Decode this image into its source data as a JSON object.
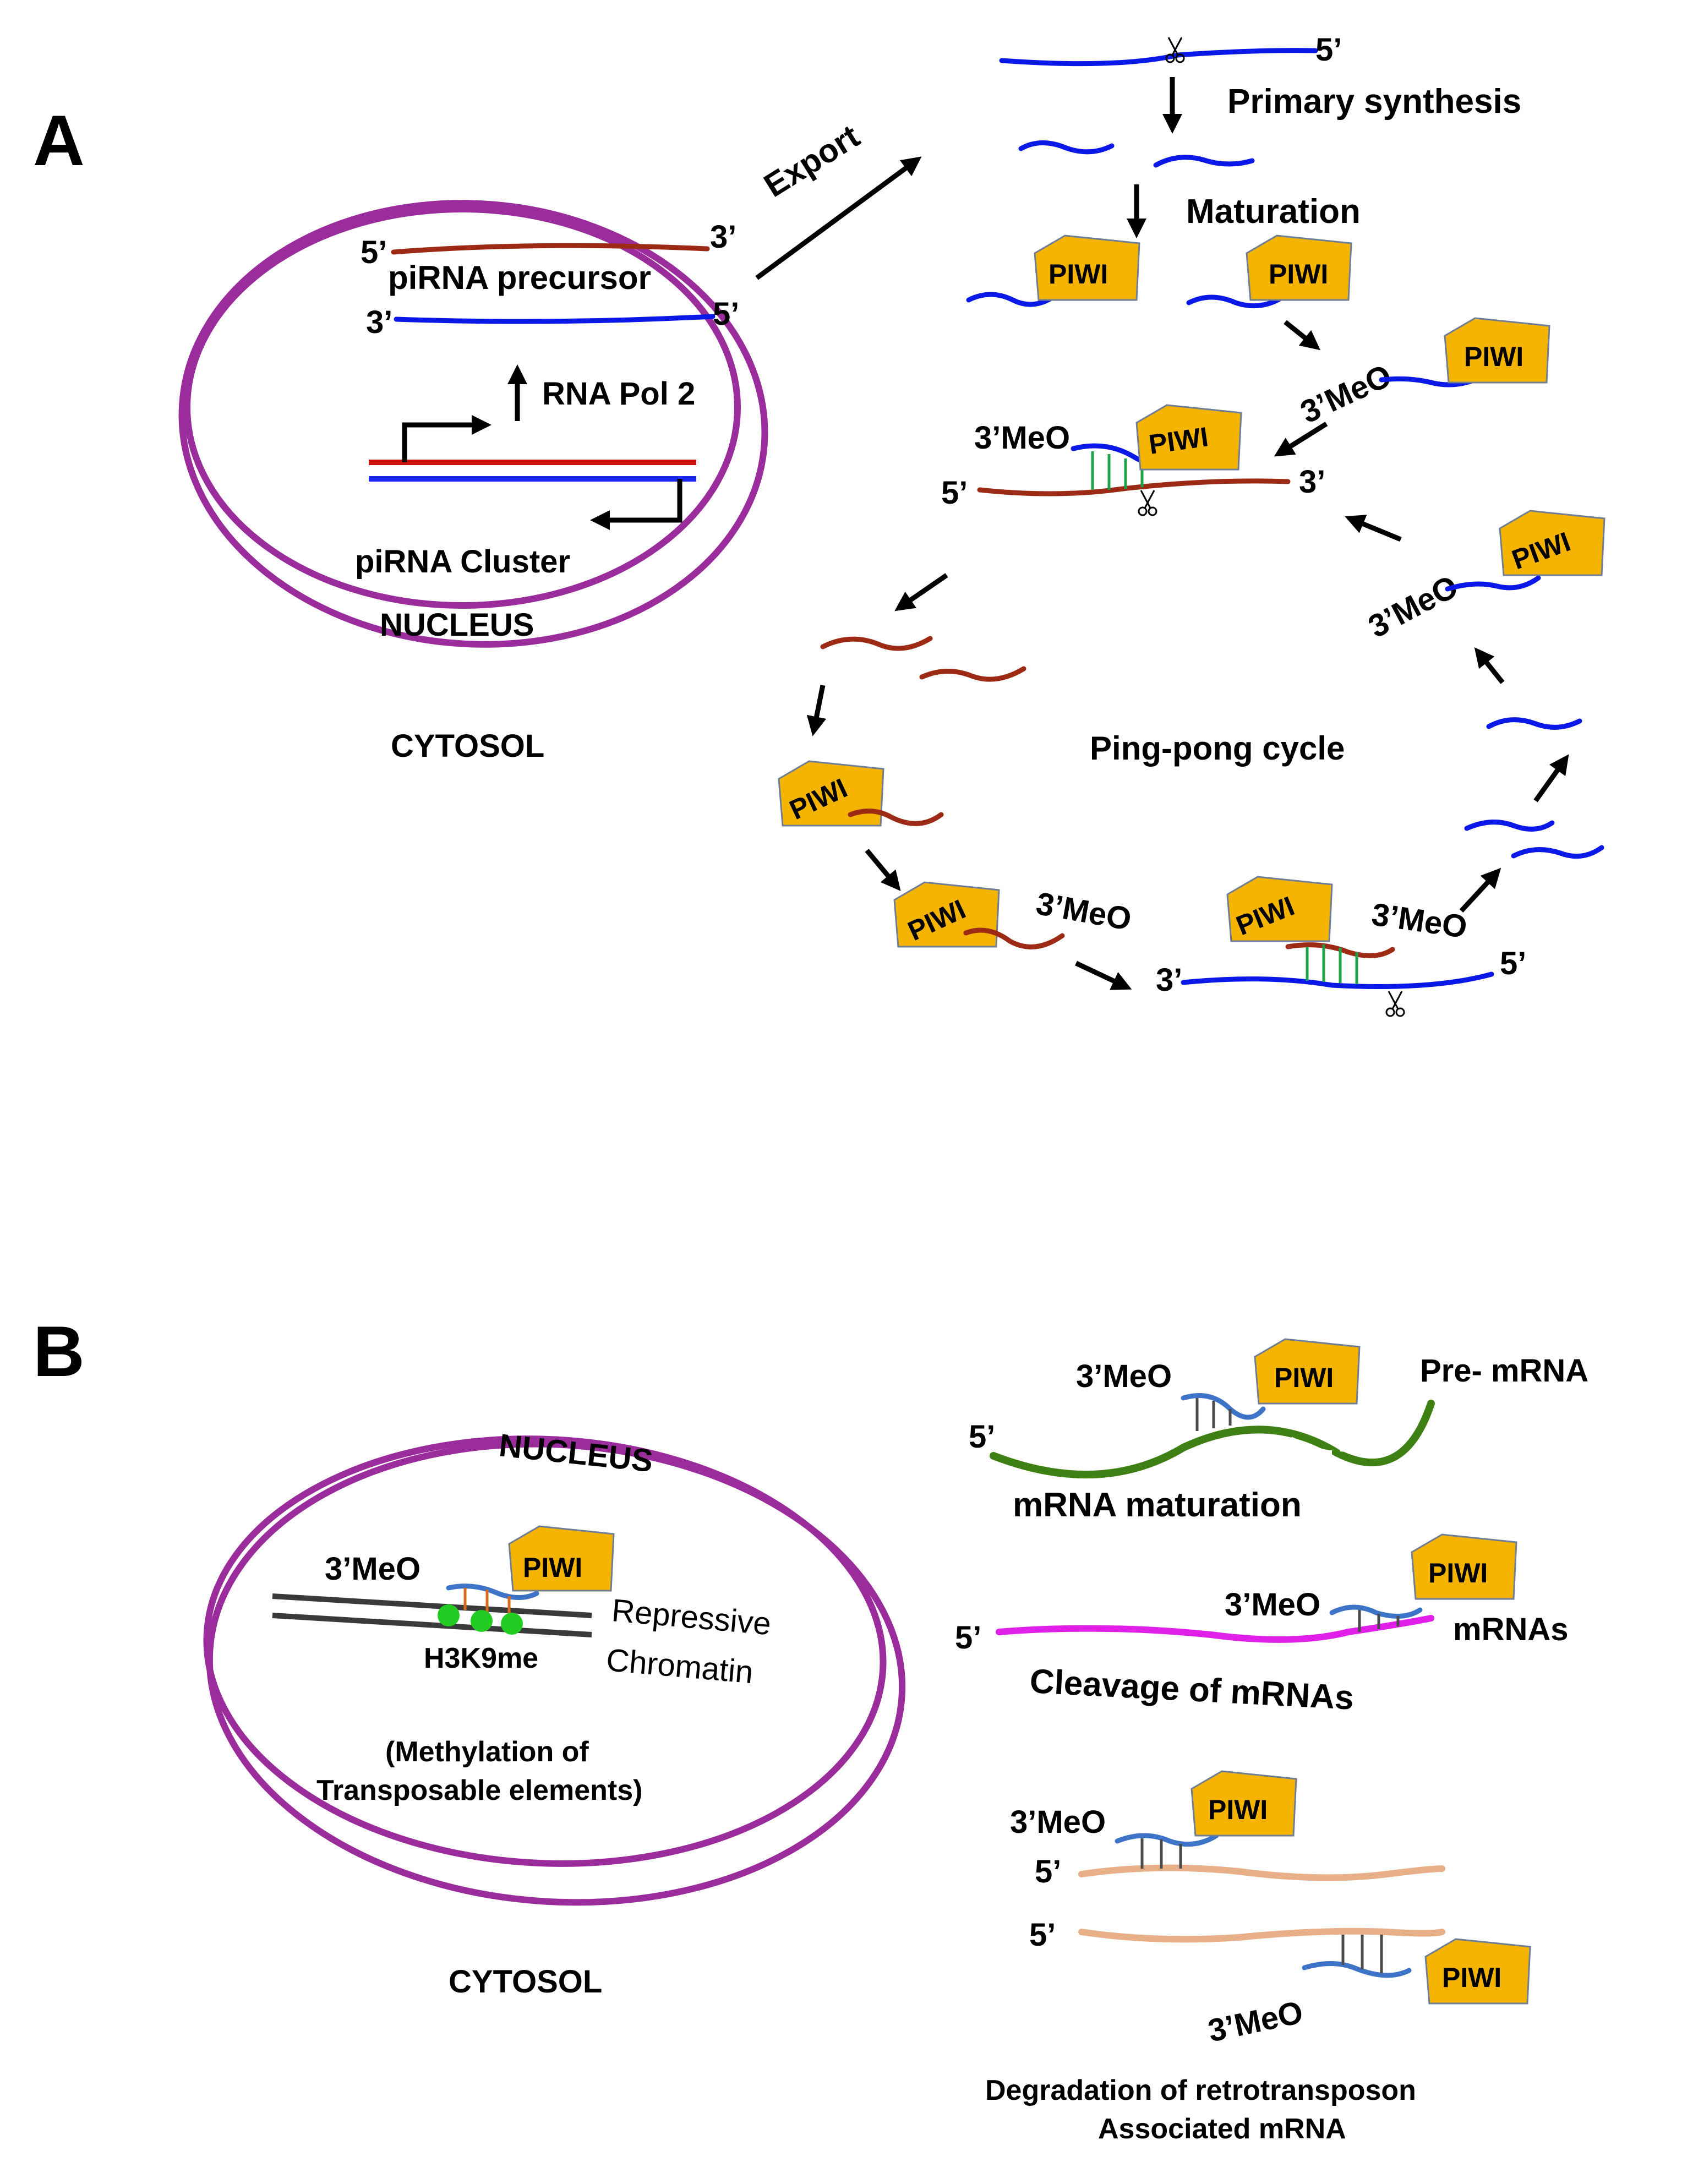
{
  "panels": {
    "a": "A",
    "b": "B"
  },
  "panel_a": {
    "ends": {
      "five": "5’",
      "three": "3’"
    },
    "precursor": "piRNA precursor",
    "pol": "RNA Pol 2",
    "cluster": "piRNA Cluster",
    "nucleus": "NUCLEUS",
    "cytosol": "CYTOSOL",
    "export": "Export",
    "primary": "Primary synthesis",
    "maturation": "Maturation",
    "methyl": "3’MeO",
    "piwi": "PIWI",
    "pingpong": "Ping-pong cycle"
  },
  "panel_b": {
    "nucleus": "NUCLEUS",
    "cytosol": "CYTOSOL",
    "methyl": "3’MeO",
    "piwi": "PIWI",
    "chromatin_1": "Repressive",
    "chromatin_2": "Chromatin",
    "h3k9": "H3K9me",
    "methylation_1": "(Methylation  of",
    "methylation_2": "Transposable elements)",
    "premrna": "Pre- mRNA",
    "maturation": "mRNA maturation",
    "mrnas": "mRNAs",
    "cleavage": "Cleavage of mRNAs",
    "degradation_1": "Degradation of retrotransposon",
    "degradation_2": "Associated mRNA",
    "five": "5’"
  },
  "colors": {
    "nucleus_membrane": "#9b2c9c",
    "piwi_fill": "#f4b400",
    "rna_blue": "#0a18e8",
    "rna_red": "#9c2a14",
    "pirna_blue": "#3d74c8",
    "premrna_green": "#3e8014",
    "mrna_magenta": "#e020e8",
    "retro_peach": "#e8b088",
    "chromatin_grey": "#3a3a3a",
    "h3k9_green": "#22cc22"
  },
  "icons": [
    "scissors-icon",
    "arrow-icon"
  ]
}
